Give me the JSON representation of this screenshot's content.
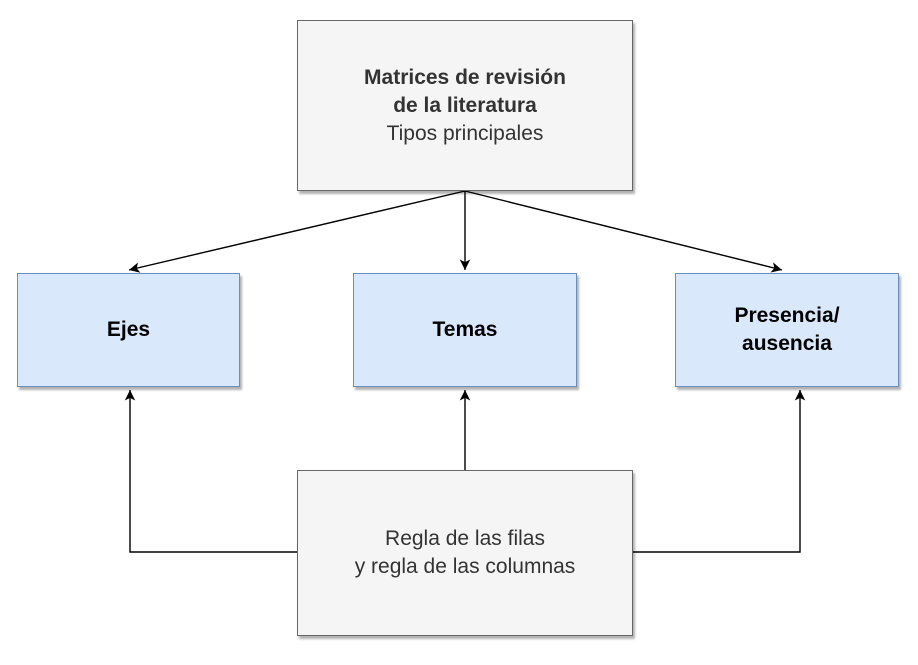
{
  "diagram": {
    "nodes": {
      "root": {
        "title": "Matrices de revisión\nde la literatura",
        "subtitle": "Tipos principales"
      },
      "ejes": {
        "label": "Ejes"
      },
      "temas": {
        "label": "Temas"
      },
      "presencia": {
        "label": "Presencia/\nausencia"
      },
      "regla": {
        "label": "Regla de las filas\ny regla de las columnas"
      }
    },
    "edges": [
      {
        "from": "root",
        "to": "ejes"
      },
      {
        "from": "root",
        "to": "temas"
      },
      {
        "from": "root",
        "to": "presencia"
      },
      {
        "from": "regla",
        "to": "ejes"
      },
      {
        "from": "regla",
        "to": "temas"
      },
      {
        "from": "regla",
        "to": "presencia"
      }
    ],
    "colors": {
      "type_box_fill": "#dae8fc",
      "type_box_border": "#6c8ebf",
      "info_box_fill": "#f5f5f5",
      "info_box_border": "#666666",
      "info_text": "#333333",
      "type_text": "#000000",
      "arrow": "#000000"
    }
  }
}
